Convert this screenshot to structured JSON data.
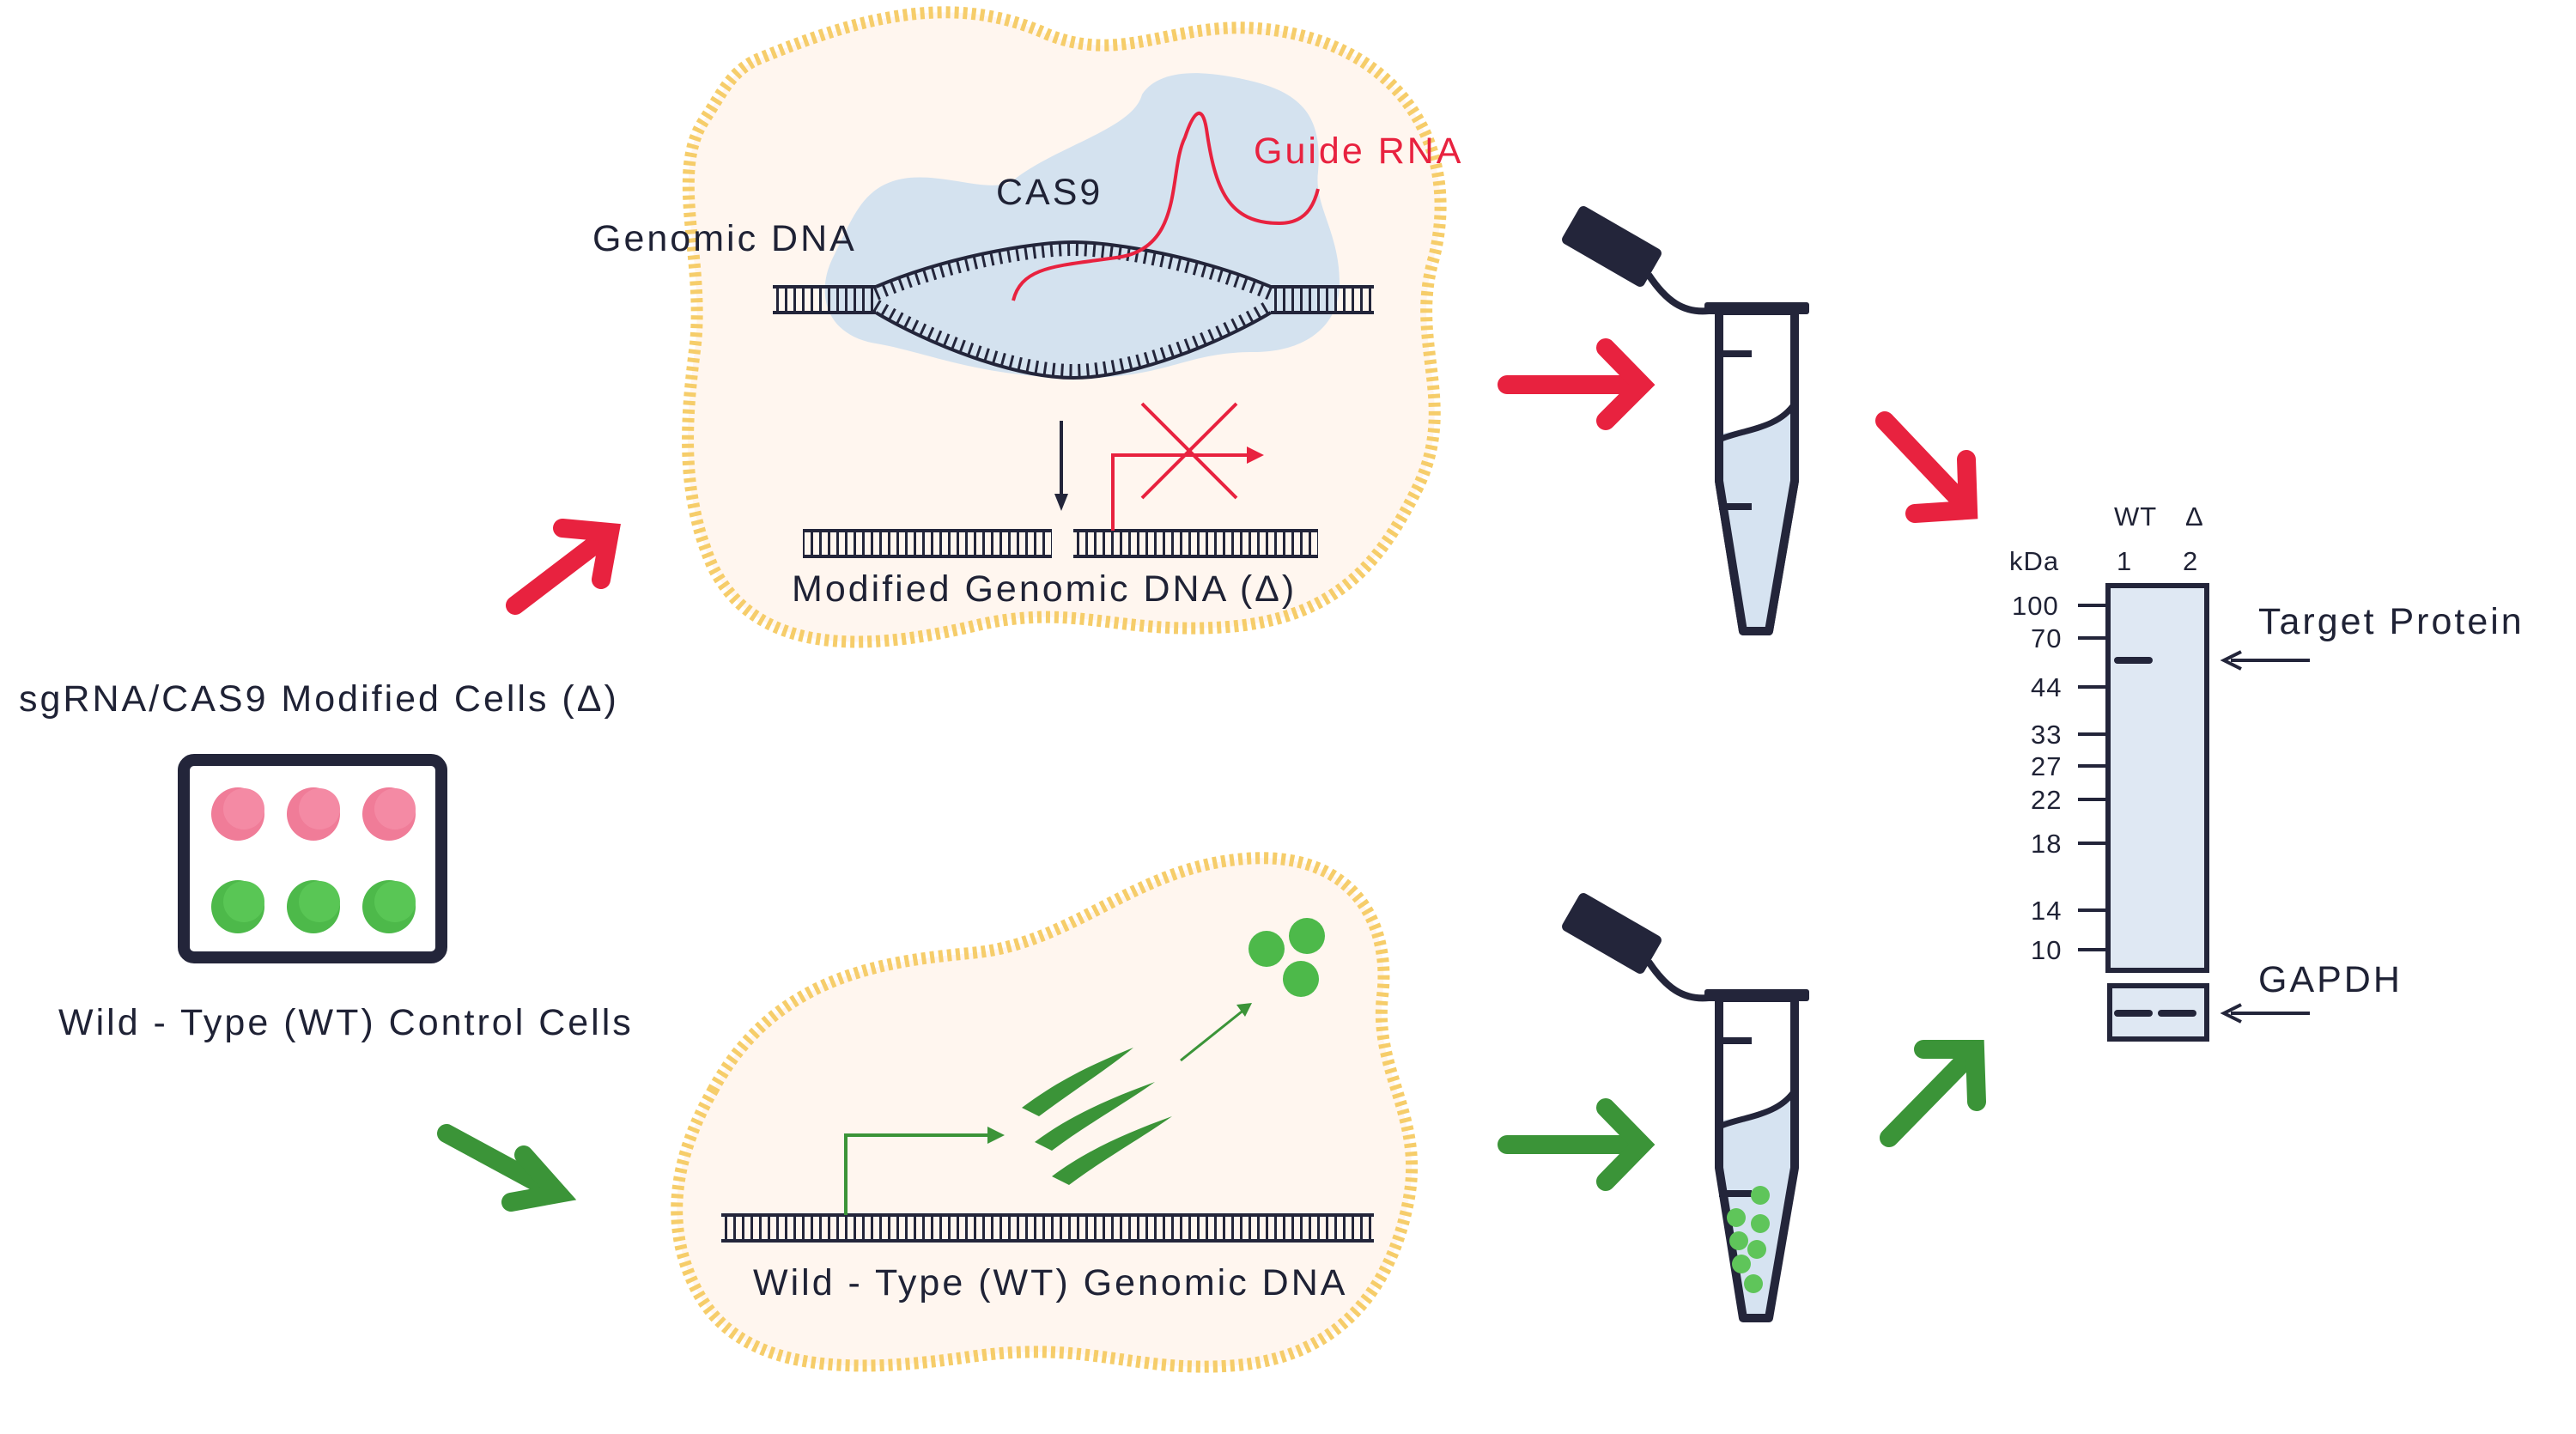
{
  "colors": {
    "navy": "#23253a",
    "red": "#e8223f",
    "green": "#3b9438",
    "cell_border": "#f6cd6a",
    "cell_fill": "#fff6ef",
    "cas9": "#d4e2ef",
    "tube_fill": "#d6e3f1",
    "blot_fill": "#dfe8f3",
    "pink_well": "#f07c98",
    "green_well": "#4db94a",
    "green_protein": "#5fc55a"
  },
  "labels": {
    "genomic_dna": "Genomic DNA",
    "cas9": "CAS9",
    "guide_rna": "Guide RNA",
    "modified_dna": "Modified Genomic DNA (Δ)",
    "modified_cells": "sgRNA/CAS9 Modified Cells (Δ)",
    "wt_cells": "Wild - Type (WT) Control Cells",
    "wt_dna": "Wild - Type (WT) Genomic DNA"
  },
  "blot": {
    "lane_names": [
      "WT",
      "Δ"
    ],
    "lane_numbers": [
      "1",
      "2"
    ],
    "unit": "kDa",
    "markers": [
      "100",
      "70",
      "44",
      "33",
      "27",
      "22",
      "18",
      "14",
      "10"
    ],
    "target_label": "Target Protein",
    "loading_label": "GAPDH"
  },
  "icons": [
    "plate-icon",
    "arrow-icon",
    "tube-icon",
    "western-blot-icon",
    "dna-icon",
    "cas9-icon"
  ]
}
